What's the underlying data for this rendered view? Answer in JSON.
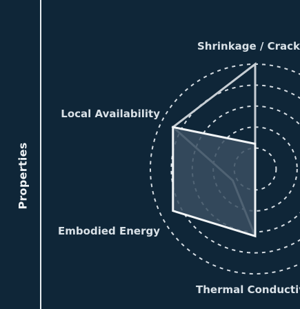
{
  "sidebar": {
    "title": "Properties"
  },
  "colors": {
    "background": "#0f2638",
    "grid": "#d6dde3",
    "series_a": "#c7ced4",
    "series_b": "#f2f5f7",
    "series_b_fill": "#3a4f62"
  },
  "chart_data": {
    "type": "radar",
    "axes": [
      "Shrinkage / Cracking",
      "Local Availability",
      "Embodied Energy",
      "Thermal Conductivity"
    ],
    "r_range": [
      0,
      5
    ],
    "grid_levels": [
      1,
      2,
      3,
      4,
      5
    ],
    "grid_style": "dashed",
    "series": [
      {
        "values": [
          5.0,
          4.4,
          1.2,
          3.2
        ],
        "filled": false
      },
      {
        "values": [
          1.2,
          4.4,
          4.4,
          3.2
        ],
        "filled": true
      }
    ]
  }
}
